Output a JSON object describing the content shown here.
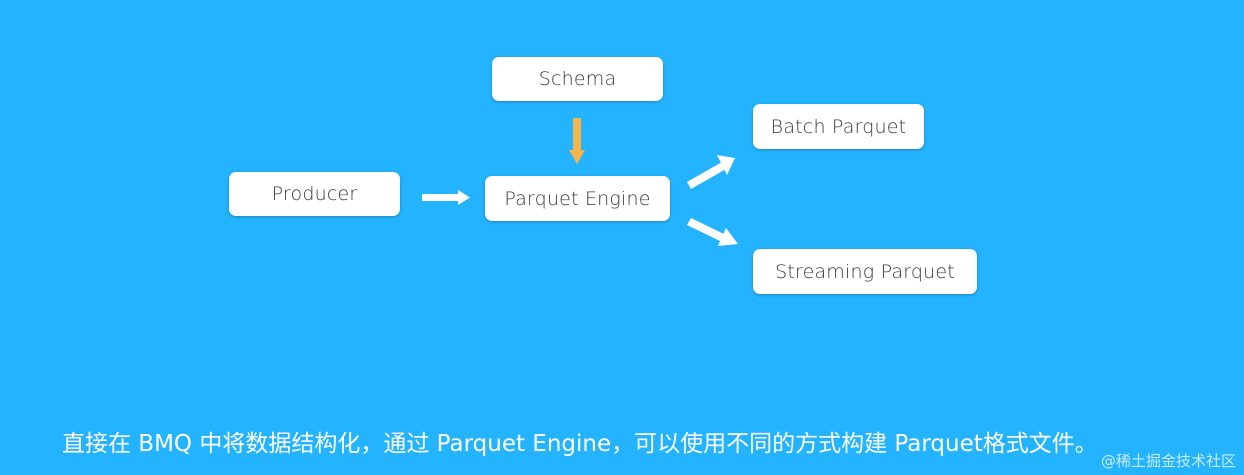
{
  "nodes": {
    "schema": "Schema",
    "producer": "Producer",
    "engine": "Parquet Engine",
    "batch": "Batch Parquet",
    "streaming": "Streaming Parquet"
  },
  "caption": "直接在 BMQ 中将数据结构化，通过 Parquet Engine，可以使用不同的方式构建 Parquet格式文件。",
  "watermark": "@稀土掘金技术社区",
  "colors": {
    "background": "#24b3fe",
    "node": "#ffffff",
    "arrow_main": "#ffffff",
    "arrow_schema": "#f5b54a"
  }
}
